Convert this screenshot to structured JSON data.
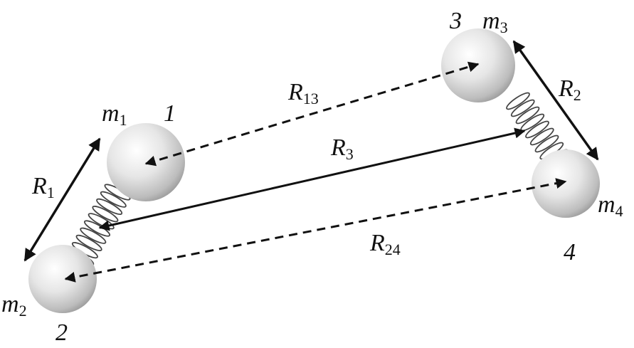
{
  "masses": {
    "m1": {
      "base": "m",
      "sub": "1"
    },
    "m2": {
      "base": "m",
      "sub": "2"
    },
    "m3": {
      "base": "m",
      "sub": "3"
    },
    "m4": {
      "base": "m",
      "sub": "4"
    }
  },
  "indices": {
    "n1": "1",
    "n2": "2",
    "n3": "3",
    "n4": "4"
  },
  "distances": {
    "R1": {
      "base": "R",
      "sub": "1"
    },
    "R2": {
      "base": "R",
      "sub": "2"
    },
    "R3": {
      "base": "R",
      "sub": "3"
    },
    "R13": {
      "base": "R",
      "sub": "13"
    },
    "R24": {
      "base": "R",
      "sub": "24"
    }
  }
}
